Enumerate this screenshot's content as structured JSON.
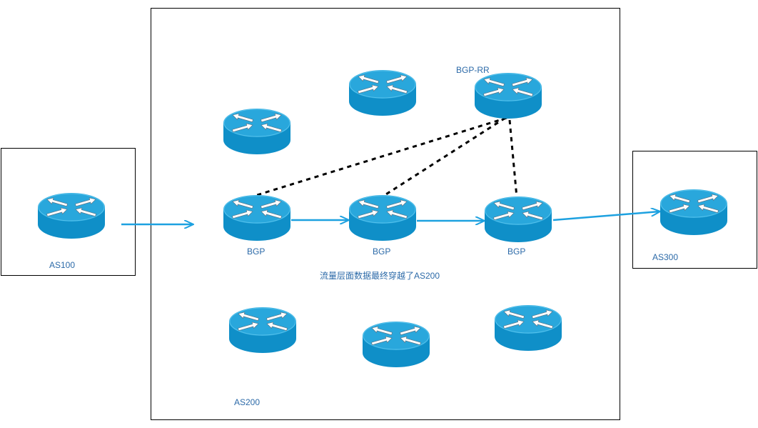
{
  "diagram": {
    "labels": {
      "as100": "AS100",
      "as200": "AS200",
      "as300": "AS300",
      "bgp_rr": "BGP-RR",
      "bgp_1": "BGP",
      "bgp_2": "BGP",
      "bgp_3": "BGP",
      "note": "流量层面数据最终穿越了AS200"
    },
    "icons": {
      "router": "router-icon",
      "arrow": "arrow-icon"
    },
    "colors": {
      "router_top": "#29a7dc",
      "router_side": "#0f8fc8",
      "link": "#1da1e0",
      "ibgp_session": "#000000",
      "box_border": "#000000",
      "label_text": "#2c6aa8"
    }
  }
}
